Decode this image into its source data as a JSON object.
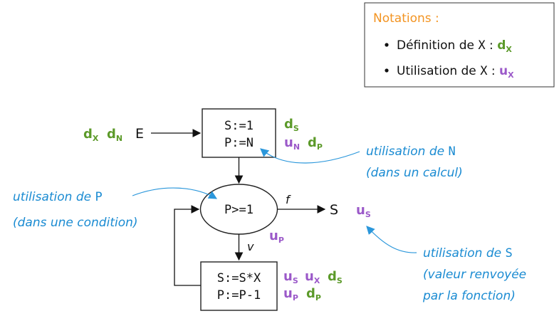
{
  "legend": {
    "title": "Notations :",
    "items": [
      {
        "prefix": "Définition de ",
        "var": "X",
        "sep": " : ",
        "mark": "d",
        "sub": "X"
      },
      {
        "prefix": "Utilisation de ",
        "var": "X",
        "sep": " : ",
        "mark": "u",
        "sub": "X"
      }
    ]
  },
  "graph": {
    "input_label": "E",
    "output_label": "S",
    "init_block": [
      "S:=1",
      "P:=N"
    ],
    "condition": "P>=1",
    "loop_block": [
      "S:=S*X",
      "P:=P-1"
    ],
    "false_label": "f",
    "true_label": "v"
  },
  "marks": {
    "letter_d": "d",
    "letter_u": "u",
    "sub_X": "X",
    "sub_N": "N",
    "sub_S": "S",
    "sub_P": "P"
  },
  "notes": {
    "n_use": {
      "line1_prefix": "utilisation de ",
      "line1_var": "N",
      "line2": "(dans un calcul)"
    },
    "p_use": {
      "line1_prefix": "utilisation de ",
      "line1_var": "P",
      "line2": "(dans une condition)"
    },
    "s_use": {
      "line1_prefix": "utilisation de ",
      "line1_var": "S",
      "line2": "(valeur renvoyée",
      "line3": "par la fonction)"
    }
  },
  "colors": {
    "definition": "#5c9a2a",
    "use": "#9b59c9",
    "annotation": "#1a8bd2",
    "legend_title": "#f39422"
  }
}
